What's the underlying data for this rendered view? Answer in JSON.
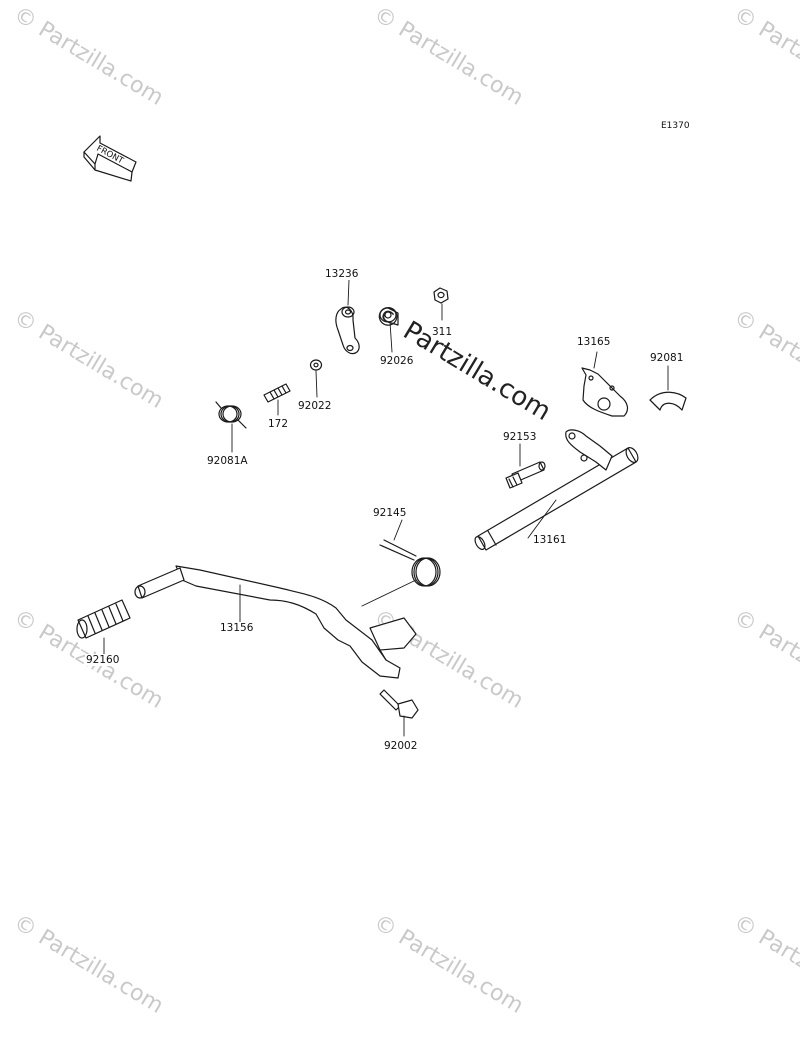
{
  "diagram_code": "E1370",
  "front_arrow_label": "FRONT",
  "watermark_text": "© Partzilla.com",
  "colors": {
    "line": "#1a1a1a",
    "watermark": "#c9c9c9",
    "background": "#ffffff"
  },
  "parts": [
    {
      "id": "13236",
      "label": "13236"
    },
    {
      "id": "311",
      "label": "311"
    },
    {
      "id": "92026",
      "label": "92026"
    },
    {
      "id": "172",
      "label": "172"
    },
    {
      "id": "92022",
      "label": "92022"
    },
    {
      "id": "92081A",
      "label": "92081A"
    },
    {
      "id": "13165",
      "label": "13165"
    },
    {
      "id": "92081",
      "label": "92081"
    },
    {
      "id": "92153",
      "label": "92153"
    },
    {
      "id": "92145",
      "label": "92145"
    },
    {
      "id": "13161",
      "label": "13161"
    },
    {
      "id": "13156",
      "label": "13156"
    },
    {
      "id": "92160",
      "label": "92160"
    },
    {
      "id": "92002",
      "label": "92002"
    }
  ]
}
